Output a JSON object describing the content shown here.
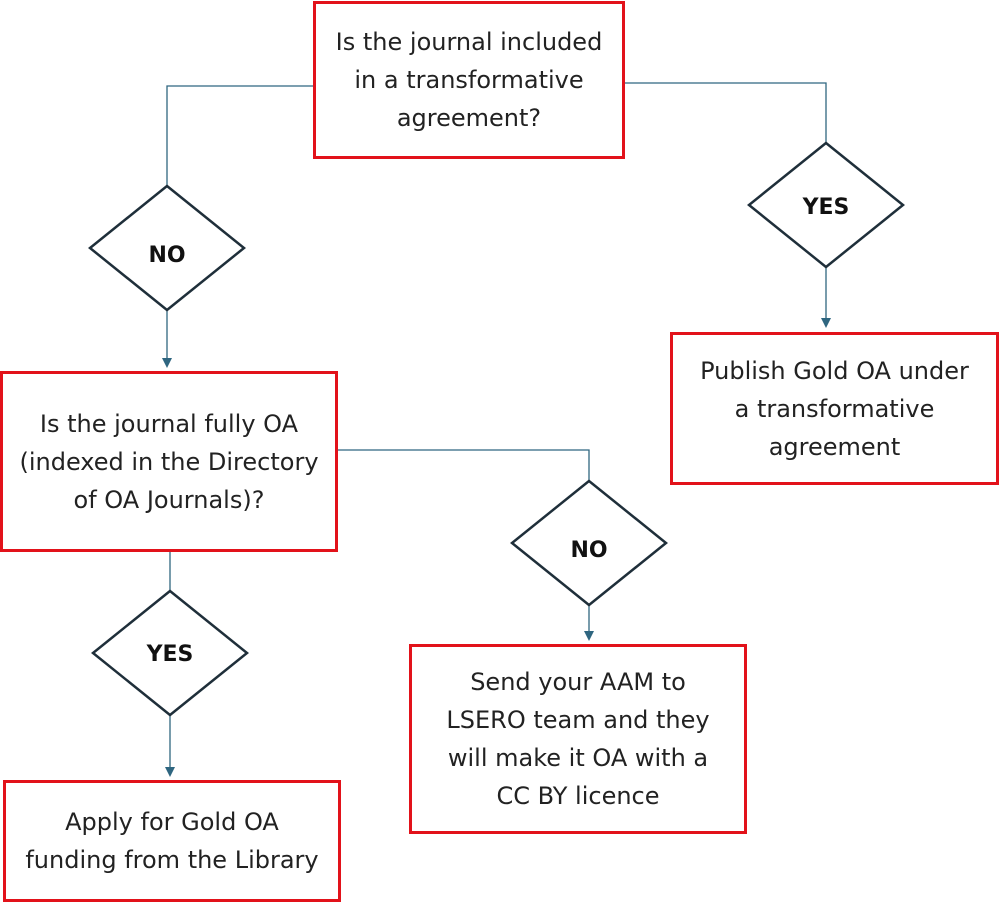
{
  "nodes": {
    "q_transformative": "Is the journal included\nin a transformative\nagreement?",
    "publish_gold": "Publish Gold OA under\na transformative\nagreement",
    "q_fully_oa": "Is the journal fully OA\n(indexed in the Directory\nof OA Journals)?",
    "send_aam": "Send your AAM to\nLSERO team and they\nwill make it OA with a\nCC BY licence",
    "apply_funding": "Apply for Gold OA\nfunding from the Library"
  },
  "decisions": {
    "no_left": "NO",
    "yes_right": "YES",
    "no_middle": "NO",
    "yes_bottom": "YES"
  },
  "colors": {
    "box_border": "#e2121a",
    "connector": "#2f6680",
    "diamond_stroke": "#1f2f3a"
  }
}
